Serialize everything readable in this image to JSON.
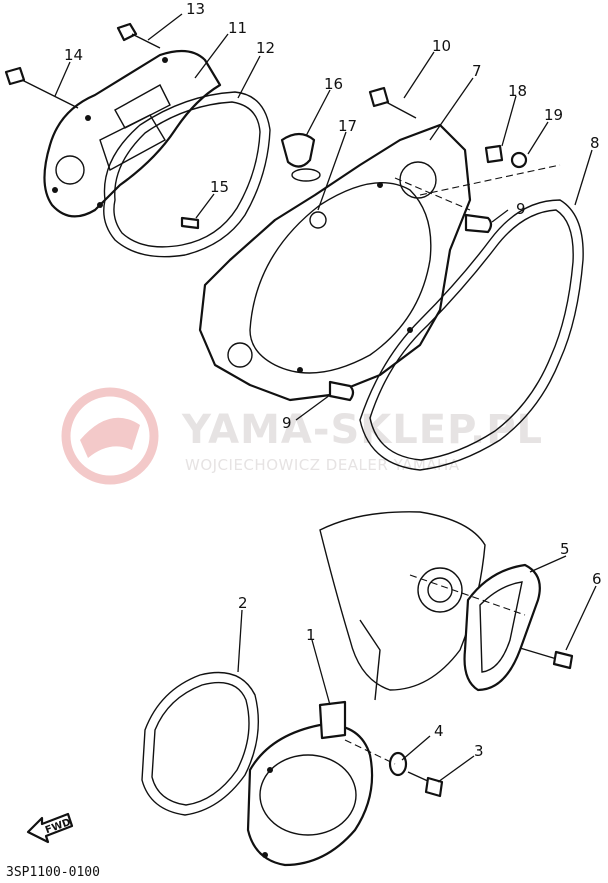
{
  "watermark": {
    "main": "YAMA-SKLEP.PL",
    "sub": "WOJCIECHOWICZ DEALER YAMAHA"
  },
  "diagram_code": "3SP1100-0100",
  "direction_label": "FWD",
  "callouts": [
    {
      "id": "13",
      "label": "13"
    },
    {
      "id": "11",
      "label": "11"
    },
    {
      "id": "12",
      "label": "12"
    },
    {
      "id": "14",
      "label": "14"
    },
    {
      "id": "10",
      "label": "10"
    },
    {
      "id": "7",
      "label": "7"
    },
    {
      "id": "16",
      "label": "16"
    },
    {
      "id": "17",
      "label": "17"
    },
    {
      "id": "18",
      "label": "18"
    },
    {
      "id": "19",
      "label": "19"
    },
    {
      "id": "8",
      "label": "8"
    },
    {
      "id": "15",
      "label": "15"
    },
    {
      "id": "9a",
      "label": "9"
    },
    {
      "id": "9b",
      "label": "9"
    },
    {
      "id": "5",
      "label": "5"
    },
    {
      "id": "6",
      "label": "6"
    },
    {
      "id": "2",
      "label": "2"
    },
    {
      "id": "1",
      "label": "1"
    },
    {
      "id": "4",
      "label": "4"
    },
    {
      "id": "3",
      "label": "3"
    }
  ]
}
